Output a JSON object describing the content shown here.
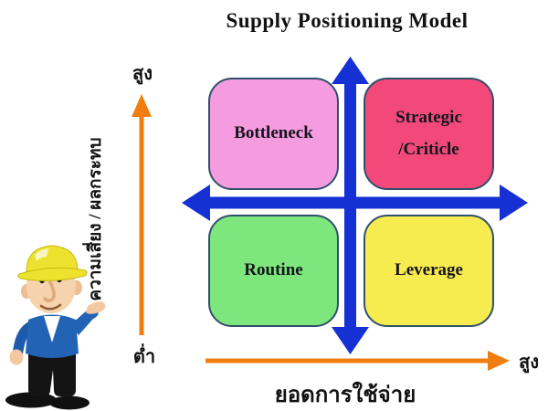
{
  "title": "Supply Positioning Model",
  "quadrants": {
    "top_left": {
      "label": "Bottleneck",
      "color": "#F59BDF"
    },
    "top_right": {
      "label_line1": "Strategic",
      "label_line2": "/Criticle",
      "color": "#F2497A"
    },
    "bottom_left": {
      "label": "Routine",
      "color": "#7DE77D"
    },
    "bottom_right": {
      "label": "Leverage",
      "color": "#F6EC4F"
    }
  },
  "axes": {
    "y_label": "ความเสี่ยง / ผลกระทบ",
    "y_high": "สูง",
    "origin_low": "ต่ำ",
    "x_high": "สูง",
    "x_label": "ยอดการใช้จ่าย"
  },
  "colors": {
    "cross_arrows": "#1531D4",
    "axis_arrows": "#EF7D10",
    "quadrant_border": "#31506B"
  },
  "icons": {
    "mascot": "construction-worker-icon"
  }
}
